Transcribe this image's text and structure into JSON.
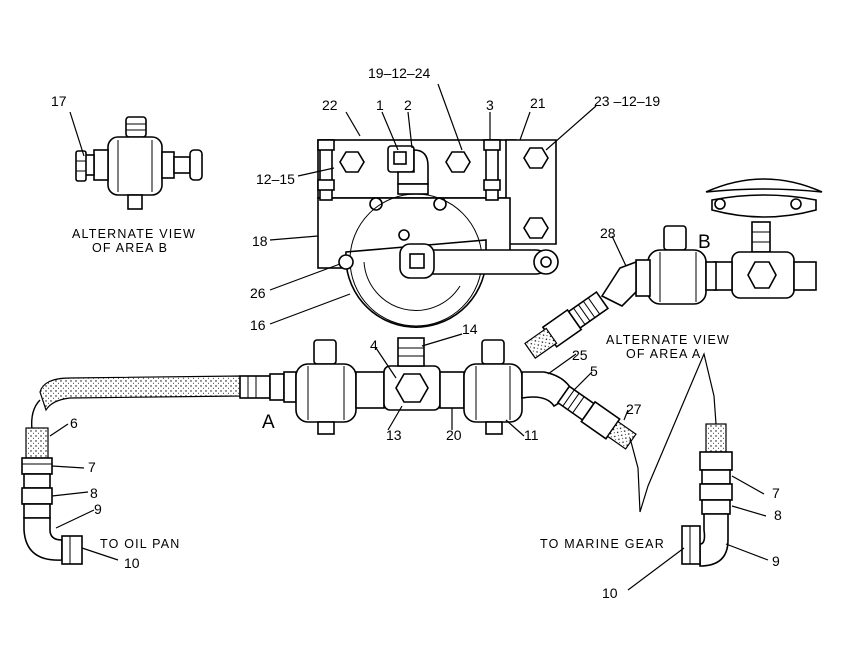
{
  "labels": {
    "p17": "17",
    "p1": "1",
    "p2": "2",
    "p3": "3",
    "p19_12_24": "19–12–24",
    "p21": "21",
    "p22": "22",
    "p23_12_19": "23 –12–19",
    "p12_15": "12–15",
    "p18": "18",
    "p26": "26",
    "p16": "16",
    "p28": "28",
    "p14": "14",
    "p4": "4",
    "p25": "25",
    "p5": "5",
    "p6": "6",
    "p13": "13",
    "p20": "20",
    "p11": "11",
    "p27": "27",
    "p7_left": "7",
    "p8_left": "8",
    "p9_left": "9",
    "p10_left": "10",
    "p7_right": "7",
    "p8_right": "8",
    "p9_right": "9",
    "p10_right": "10",
    "area_a": "A",
    "area_b": "B"
  },
  "captions": {
    "alt_view_b_line1": "ALTERNATE VIEW",
    "alt_view_b_line2": "OF AREA B",
    "alt_view_a_line1": "ALTERNATE VIEW",
    "alt_view_a_line2": "OF AREA A",
    "to_oil_pan": "TO OIL PAN",
    "to_marine_gear": "TO MARINE GEAR"
  }
}
